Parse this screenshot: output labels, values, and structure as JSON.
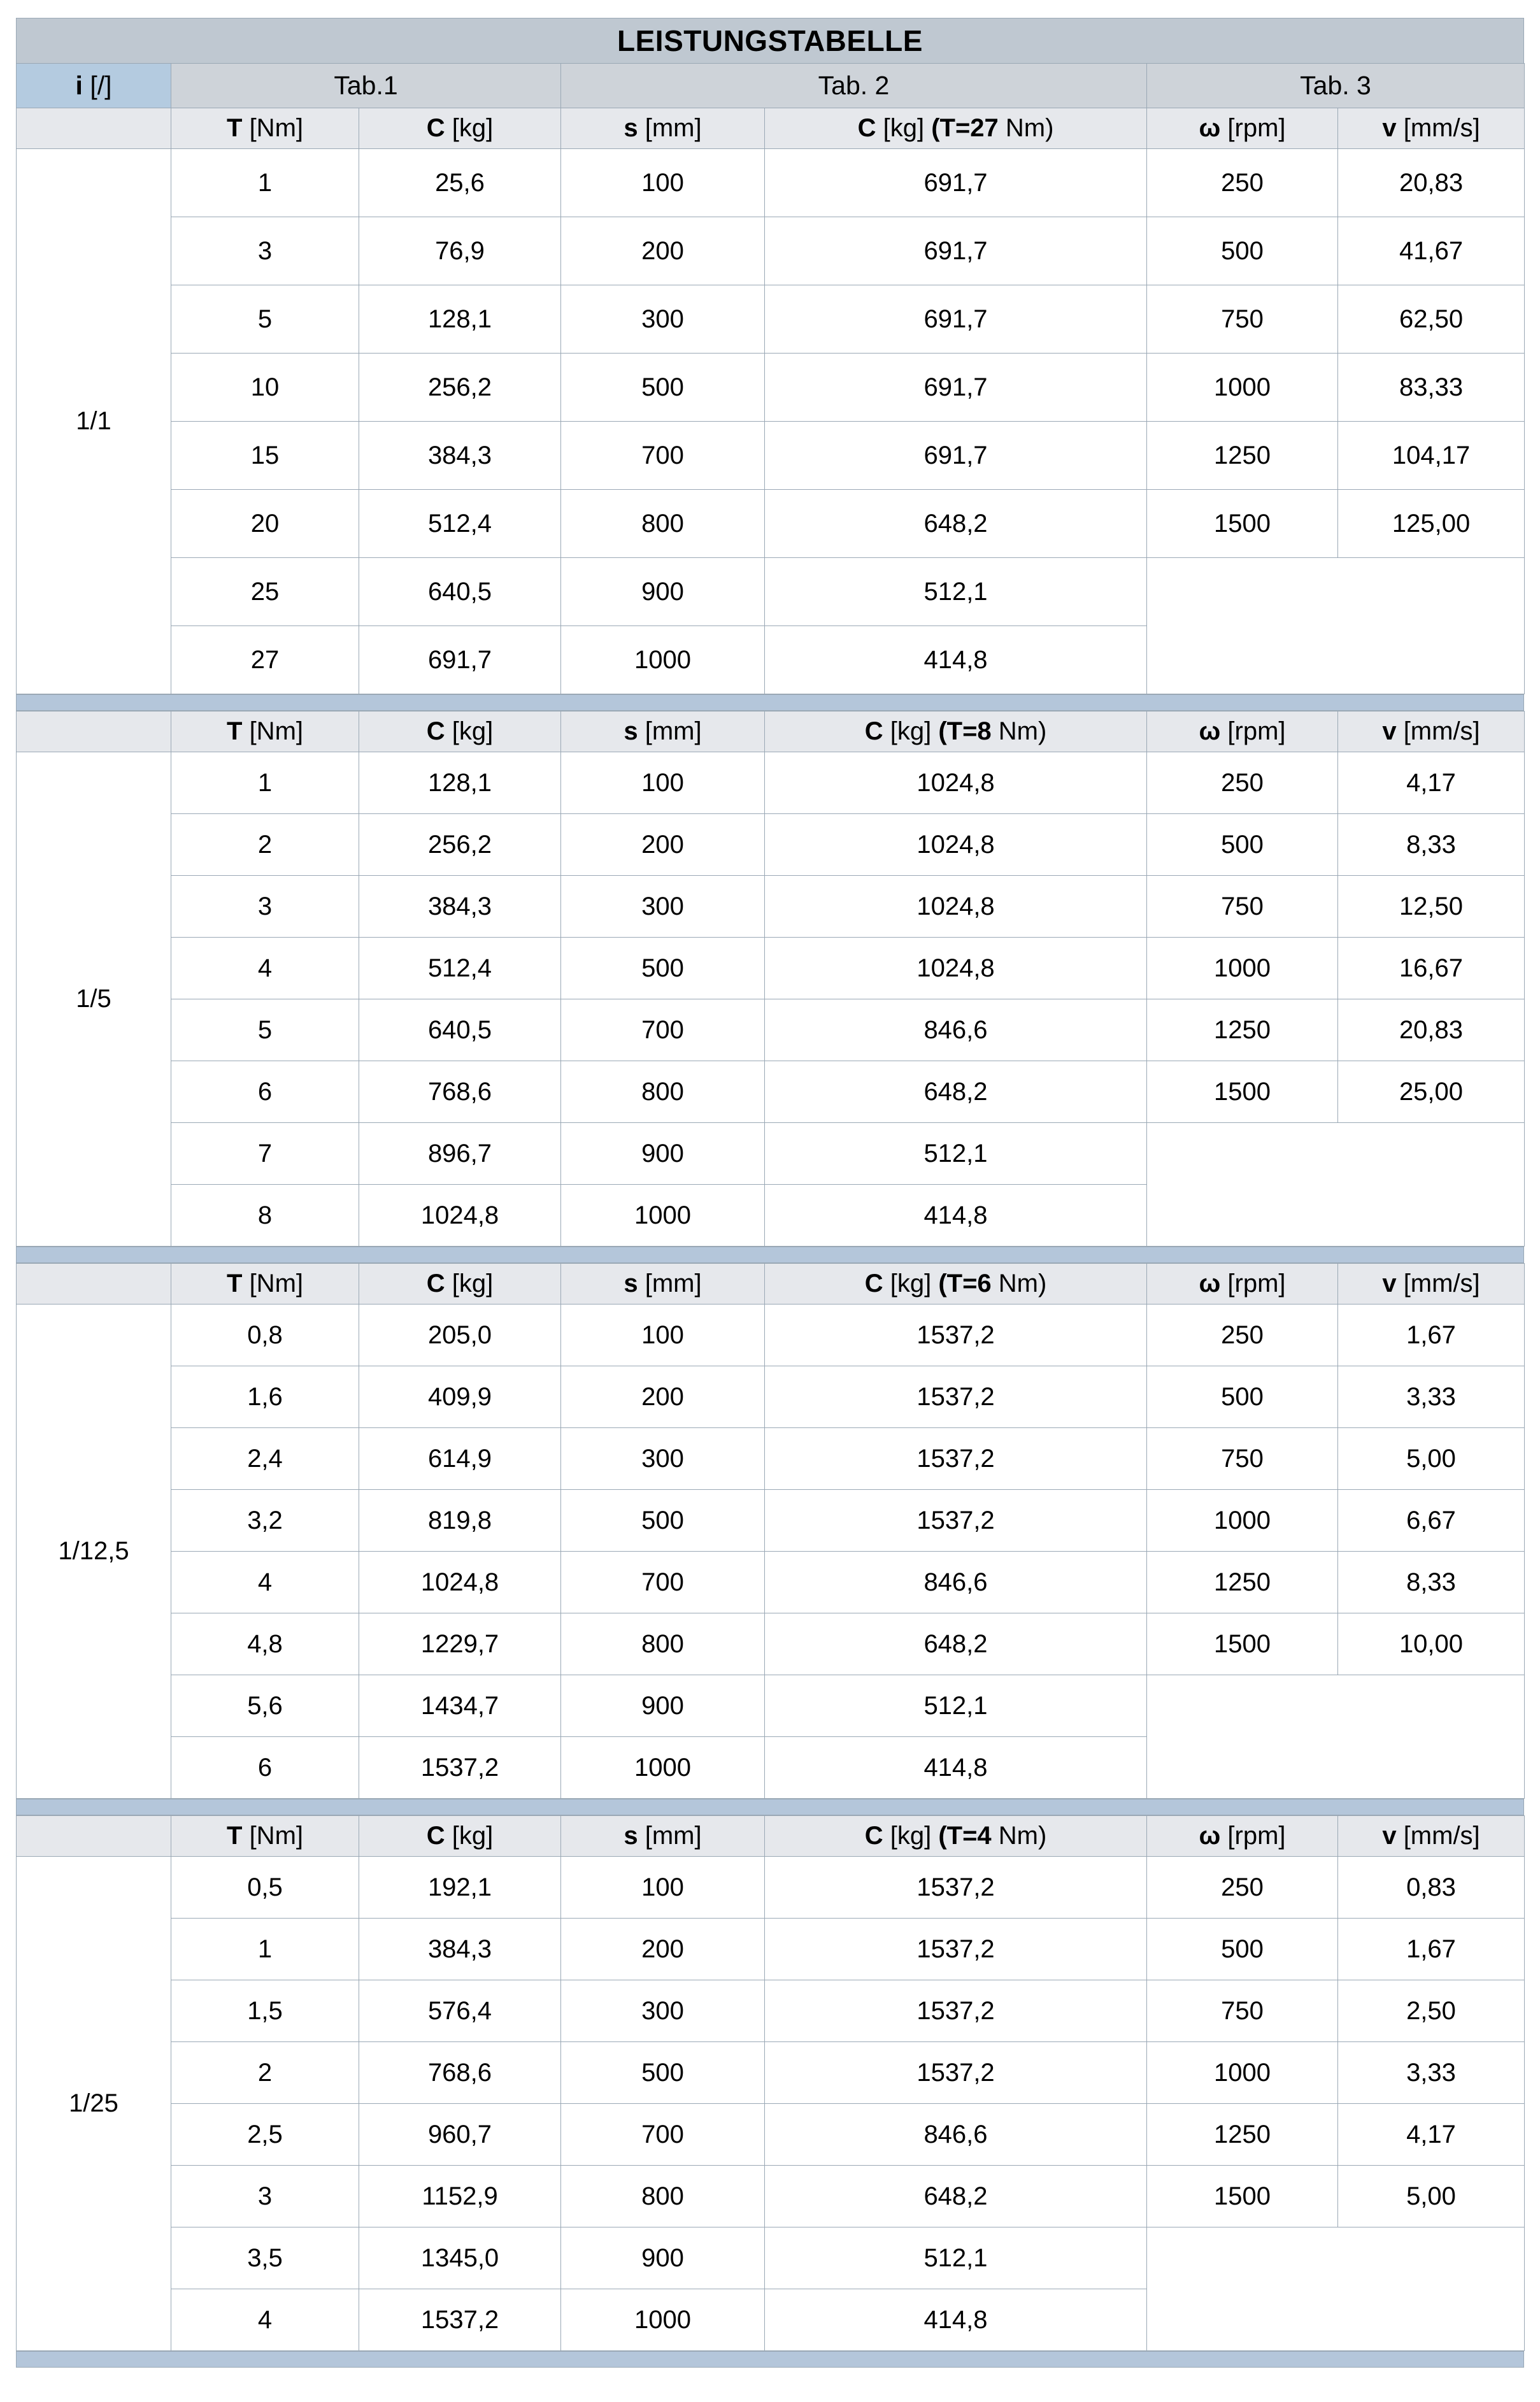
{
  "title": "LEISTUNGSTABELLE",
  "ratio_header": {
    "symbol": "i",
    "unit": "[/]"
  },
  "group_headers": {
    "tab1": "Tab.1",
    "tab2": "Tab. 2",
    "tab3": "Tab. 3"
  },
  "column_headers": {
    "t": {
      "symbol": "T",
      "unit": "[Nm]"
    },
    "c": {
      "symbol": "C",
      "unit": "[kg]"
    },
    "s": {
      "symbol": "s",
      "unit": "[mm]"
    },
    "c_fixed_prefix": {
      "symbol": "C",
      "unit": "[kg]"
    },
    "omega": {
      "symbol": "ω",
      "unit": "[rpm]"
    },
    "v": {
      "symbol": "v",
      "unit": "[mm/s]"
    }
  },
  "blocks": [
    {
      "ratio": "1/1",
      "c_fixed_label_bold": "(T=27",
      "c_fixed_label_tail": " Nm)",
      "tab1": {
        "t": [
          "1",
          "3",
          "5",
          "10",
          "15",
          "20",
          "25",
          "27"
        ],
        "c": [
          "25,6",
          "76,9",
          "128,1",
          "256,2",
          "384,3",
          "512,4",
          "640,5",
          "691,7"
        ]
      },
      "tab2": {
        "s": [
          "100",
          "200",
          "300",
          "500",
          "700",
          "800",
          "900",
          "1000"
        ],
        "c": [
          "691,7",
          "691,7",
          "691,7",
          "691,7",
          "691,7",
          "648,2",
          "512,1",
          "414,8"
        ]
      },
      "tab3": {
        "omega": [
          "250",
          "500",
          "750",
          "1000",
          "1250",
          "1500"
        ],
        "v": [
          "20,83",
          "41,67",
          "62,50",
          "83,33",
          "104,17",
          "125,00"
        ]
      }
    },
    {
      "ratio": "1/5",
      "c_fixed_label_bold": "(T=8",
      "c_fixed_label_tail": " Nm)",
      "tab1": {
        "t": [
          "1",
          "2",
          "3",
          "4",
          "5",
          "6",
          "7",
          "8"
        ],
        "c": [
          "128,1",
          "256,2",
          "384,3",
          "512,4",
          "640,5",
          "768,6",
          "896,7",
          "1024,8"
        ]
      },
      "tab2": {
        "s": [
          "100",
          "200",
          "300",
          "500",
          "700",
          "800",
          "900",
          "1000"
        ],
        "c": [
          "1024,8",
          "1024,8",
          "1024,8",
          "1024,8",
          "846,6",
          "648,2",
          "512,1",
          "414,8"
        ]
      },
      "tab3": {
        "omega": [
          "250",
          "500",
          "750",
          "1000",
          "1250",
          "1500"
        ],
        "v": [
          "4,17",
          "8,33",
          "12,50",
          "16,67",
          "20,83",
          "25,00"
        ]
      }
    },
    {
      "ratio": "1/12,5",
      "c_fixed_label_bold": "(T=6",
      "c_fixed_label_tail": " Nm)",
      "tab1": {
        "t": [
          "0,8",
          "1,6",
          "2,4",
          "3,2",
          "4",
          "4,8",
          "5,6",
          "6"
        ],
        "c": [
          "205,0",
          "409,9",
          "614,9",
          "819,8",
          "1024,8",
          "1229,7",
          "1434,7",
          "1537,2"
        ]
      },
      "tab2": {
        "s": [
          "100",
          "200",
          "300",
          "500",
          "700",
          "800",
          "900",
          "1000"
        ],
        "c": [
          "1537,2",
          "1537,2",
          "1537,2",
          "1537,2",
          "846,6",
          "648,2",
          "512,1",
          "414,8"
        ]
      },
      "tab3": {
        "omega": [
          "250",
          "500",
          "750",
          "1000",
          "1250",
          "1500"
        ],
        "v": [
          "1,67",
          "3,33",
          "5,00",
          "6,67",
          "8,33",
          "10,00"
        ]
      }
    },
    {
      "ratio": "1/25",
      "c_fixed_label_bold": "(T=4",
      "c_fixed_label_tail": " Nm)",
      "tab1": {
        "t": [
          "0,5",
          "1",
          "1,5",
          "2",
          "2,5",
          "3",
          "3,5",
          "4"
        ],
        "c": [
          "192,1",
          "384,3",
          "576,4",
          "768,6",
          "960,7",
          "1152,9",
          "1345,0",
          "1537,2"
        ]
      },
      "tab2": {
        "s": [
          "100",
          "200",
          "300",
          "500",
          "700",
          "800",
          "900",
          "1000"
        ],
        "c": [
          "1537,2",
          "1537,2",
          "1537,2",
          "1537,2",
          "846,6",
          "648,2",
          "512,1",
          "414,8"
        ]
      },
      "tab3": {
        "omega": [
          "250",
          "500",
          "750",
          "1000",
          "1250",
          "1500"
        ],
        "v": [
          "0,83",
          "1,67",
          "2,50",
          "3,33",
          "4,17",
          "5,00"
        ]
      }
    }
  ],
  "colors": {
    "title_bar": "#bfc8d1",
    "group_header": "#ced3d9",
    "column_header": "#e6e8ec",
    "ratio_column": "#b4cbe0",
    "band": "#b4c6da",
    "border": "#9aa8b5"
  }
}
